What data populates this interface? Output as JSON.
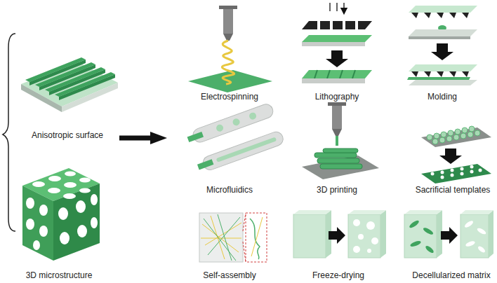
{
  "diagram": {
    "labels": [
      "Anisotropic surface",
      "3D microstructure",
      "Electrospinning",
      "Lithography",
      "Molding",
      "Microfluidics",
      "3D printing",
      "Sacrificial templates",
      "Self-assembly",
      "Freeze-drying",
      "Decellularized matrix"
    ]
  }
}
